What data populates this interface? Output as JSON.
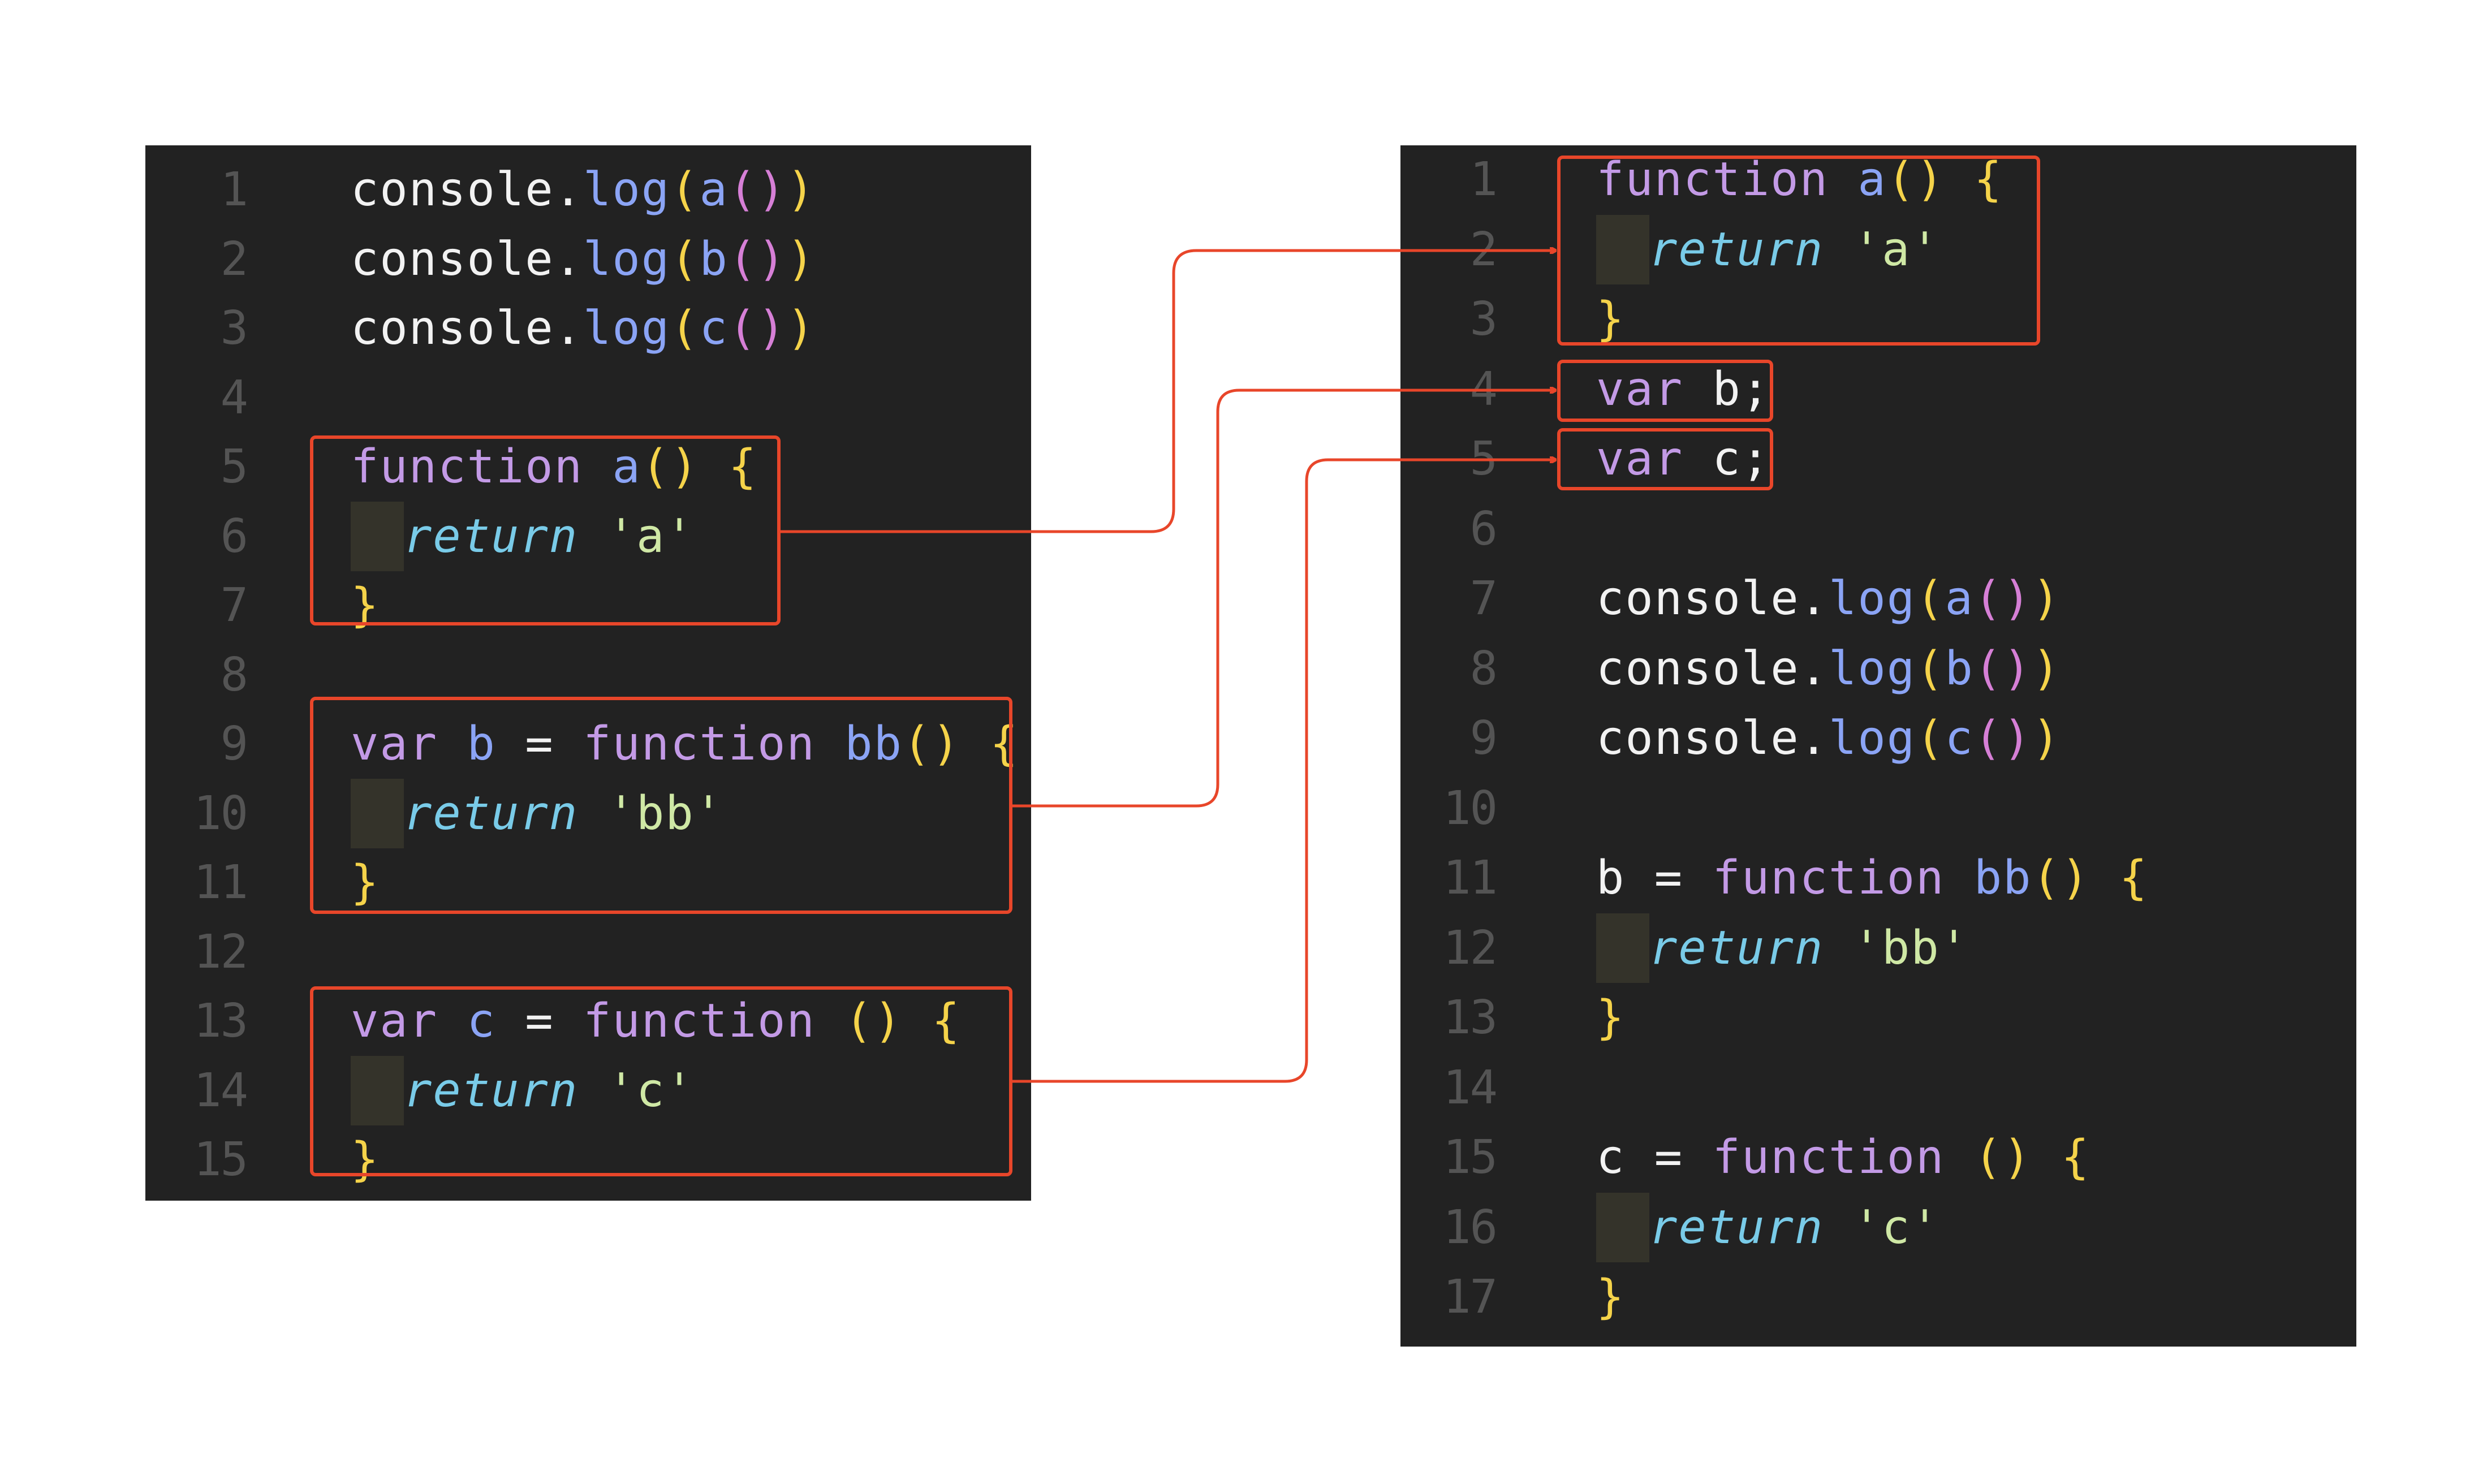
{
  "left_editor": {
    "lines": [
      {
        "n": "1",
        "tokens": [
          [
            "plain",
            "console."
          ],
          [
            "fn",
            "log"
          ],
          [
            "p1",
            "("
          ],
          [
            "fn",
            "a"
          ],
          [
            "p2",
            "()"
          ],
          [
            "p1",
            ")"
          ]
        ]
      },
      {
        "n": "2",
        "tokens": [
          [
            "plain",
            "console."
          ],
          [
            "fn",
            "log"
          ],
          [
            "p1",
            "("
          ],
          [
            "fn",
            "b"
          ],
          [
            "p2",
            "()"
          ],
          [
            "p1",
            ")"
          ]
        ]
      },
      {
        "n": "3",
        "tokens": [
          [
            "plain",
            "console."
          ],
          [
            "fn",
            "log"
          ],
          [
            "p1",
            "("
          ],
          [
            "fn",
            "c"
          ],
          [
            "p2",
            "()"
          ],
          [
            "p1",
            ")"
          ]
        ]
      },
      {
        "n": "4",
        "tokens": []
      },
      {
        "n": "5",
        "tokens": [
          [
            "kw",
            "function"
          ],
          [
            "plain",
            " "
          ],
          [
            "fn",
            "a"
          ],
          [
            "p1",
            "()"
          ],
          [
            "plain",
            " "
          ],
          [
            "p1",
            "{"
          ]
        ]
      },
      {
        "n": "6",
        "indent": true,
        "tokens": [
          [
            "ret",
            "return"
          ],
          [
            "plain",
            " "
          ],
          [
            "str",
            "'a'"
          ]
        ]
      },
      {
        "n": "7",
        "tokens": [
          [
            "p1",
            "}"
          ]
        ]
      },
      {
        "n": "8",
        "tokens": []
      },
      {
        "n": "9",
        "tokens": [
          [
            "kw",
            "var"
          ],
          [
            "plain",
            " "
          ],
          [
            "fn",
            "b"
          ],
          [
            "plain",
            " = "
          ],
          [
            "kw",
            "function"
          ],
          [
            "plain",
            " "
          ],
          [
            "fn",
            "bb"
          ],
          [
            "p1",
            "()"
          ],
          [
            "plain",
            " "
          ],
          [
            "p1",
            "{"
          ]
        ]
      },
      {
        "n": "10",
        "indent": true,
        "tokens": [
          [
            "ret",
            "return"
          ],
          [
            "plain",
            " "
          ],
          [
            "str",
            "'bb'"
          ]
        ]
      },
      {
        "n": "11",
        "tokens": [
          [
            "p1",
            "}"
          ]
        ]
      },
      {
        "n": "12",
        "tokens": []
      },
      {
        "n": "13",
        "tokens": [
          [
            "kw",
            "var"
          ],
          [
            "plain",
            " "
          ],
          [
            "fn",
            "c"
          ],
          [
            "plain",
            " = "
          ],
          [
            "kw",
            "function"
          ],
          [
            "plain",
            " "
          ],
          [
            "p1",
            "()"
          ],
          [
            "plain",
            " "
          ],
          [
            "p1",
            "{"
          ]
        ]
      },
      {
        "n": "14",
        "indent": true,
        "tokens": [
          [
            "ret",
            "return"
          ],
          [
            "plain",
            " "
          ],
          [
            "str",
            "'c'"
          ]
        ]
      },
      {
        "n": "15",
        "tokens": [
          [
            "p1",
            "}"
          ]
        ]
      }
    ]
  },
  "right_editor": {
    "lines": [
      {
        "n": "1",
        "tokens": [
          [
            "kw",
            "function"
          ],
          [
            "plain",
            " "
          ],
          [
            "fn",
            "a"
          ],
          [
            "p1",
            "()"
          ],
          [
            "plain",
            " "
          ],
          [
            "p1",
            "{"
          ]
        ]
      },
      {
        "n": "2",
        "indent": true,
        "tokens": [
          [
            "ret",
            "return"
          ],
          [
            "plain",
            " "
          ],
          [
            "str",
            "'a'"
          ]
        ]
      },
      {
        "n": "3",
        "tokens": [
          [
            "p1",
            "}"
          ]
        ]
      },
      {
        "n": "4",
        "tokens": [
          [
            "kw",
            "var"
          ],
          [
            "plain",
            " b;"
          ]
        ]
      },
      {
        "n": "5",
        "tokens": [
          [
            "kw",
            "var"
          ],
          [
            "plain",
            " c;"
          ]
        ]
      },
      {
        "n": "6",
        "tokens": []
      },
      {
        "n": "7",
        "tokens": [
          [
            "plain",
            "console."
          ],
          [
            "fn",
            "log"
          ],
          [
            "p1",
            "("
          ],
          [
            "fn",
            "a"
          ],
          [
            "p2",
            "()"
          ],
          [
            "p1",
            ")"
          ]
        ]
      },
      {
        "n": "8",
        "tokens": [
          [
            "plain",
            "console."
          ],
          [
            "fn",
            "log"
          ],
          [
            "p1",
            "("
          ],
          [
            "fn",
            "b"
          ],
          [
            "p2",
            "()"
          ],
          [
            "p1",
            ")"
          ]
        ]
      },
      {
        "n": "9",
        "tokens": [
          [
            "plain",
            "console."
          ],
          [
            "fn",
            "log"
          ],
          [
            "p1",
            "("
          ],
          [
            "fn",
            "c"
          ],
          [
            "p2",
            "()"
          ],
          [
            "p1",
            ")"
          ]
        ]
      },
      {
        "n": "10",
        "tokens": []
      },
      {
        "n": "11",
        "tokens": [
          [
            "plain",
            "b = "
          ],
          [
            "kw",
            "function"
          ],
          [
            "plain",
            " "
          ],
          [
            "fn",
            "bb"
          ],
          [
            "p1",
            "()"
          ],
          [
            "plain",
            " "
          ],
          [
            "p1",
            "{"
          ]
        ]
      },
      {
        "n": "12",
        "indent": true,
        "tokens": [
          [
            "ret",
            "return"
          ],
          [
            "plain",
            " "
          ],
          [
            "str",
            "'bb'"
          ]
        ]
      },
      {
        "n": "13",
        "tokens": [
          [
            "p1",
            "}"
          ]
        ]
      },
      {
        "n": "14",
        "tokens": []
      },
      {
        "n": "15",
        "tokens": [
          [
            "plain",
            "c = "
          ],
          [
            "kw",
            "function"
          ],
          [
            "plain",
            " "
          ],
          [
            "p1",
            "()"
          ],
          [
            "plain",
            " "
          ],
          [
            "p1",
            "{"
          ]
        ]
      },
      {
        "n": "16",
        "indent": true,
        "tokens": [
          [
            "ret",
            "return"
          ],
          [
            "plain",
            " "
          ],
          [
            "str",
            "'c'"
          ]
        ]
      },
      {
        "n": "17",
        "tokens": [
          [
            "p1",
            "}"
          ]
        ]
      }
    ]
  },
  "colors": {
    "editor_background": "#222222",
    "highlight_box": "#e8462a",
    "connector": "#e8462a",
    "line_number": "#545454",
    "keyword": "#c39ae6",
    "function_name": "#8ba4f5",
    "bracket_outer": "#f5d34a",
    "bracket_inner": "#d67fd6",
    "return_keyword": "#79cbe8",
    "string": "#cfe8a5"
  }
}
